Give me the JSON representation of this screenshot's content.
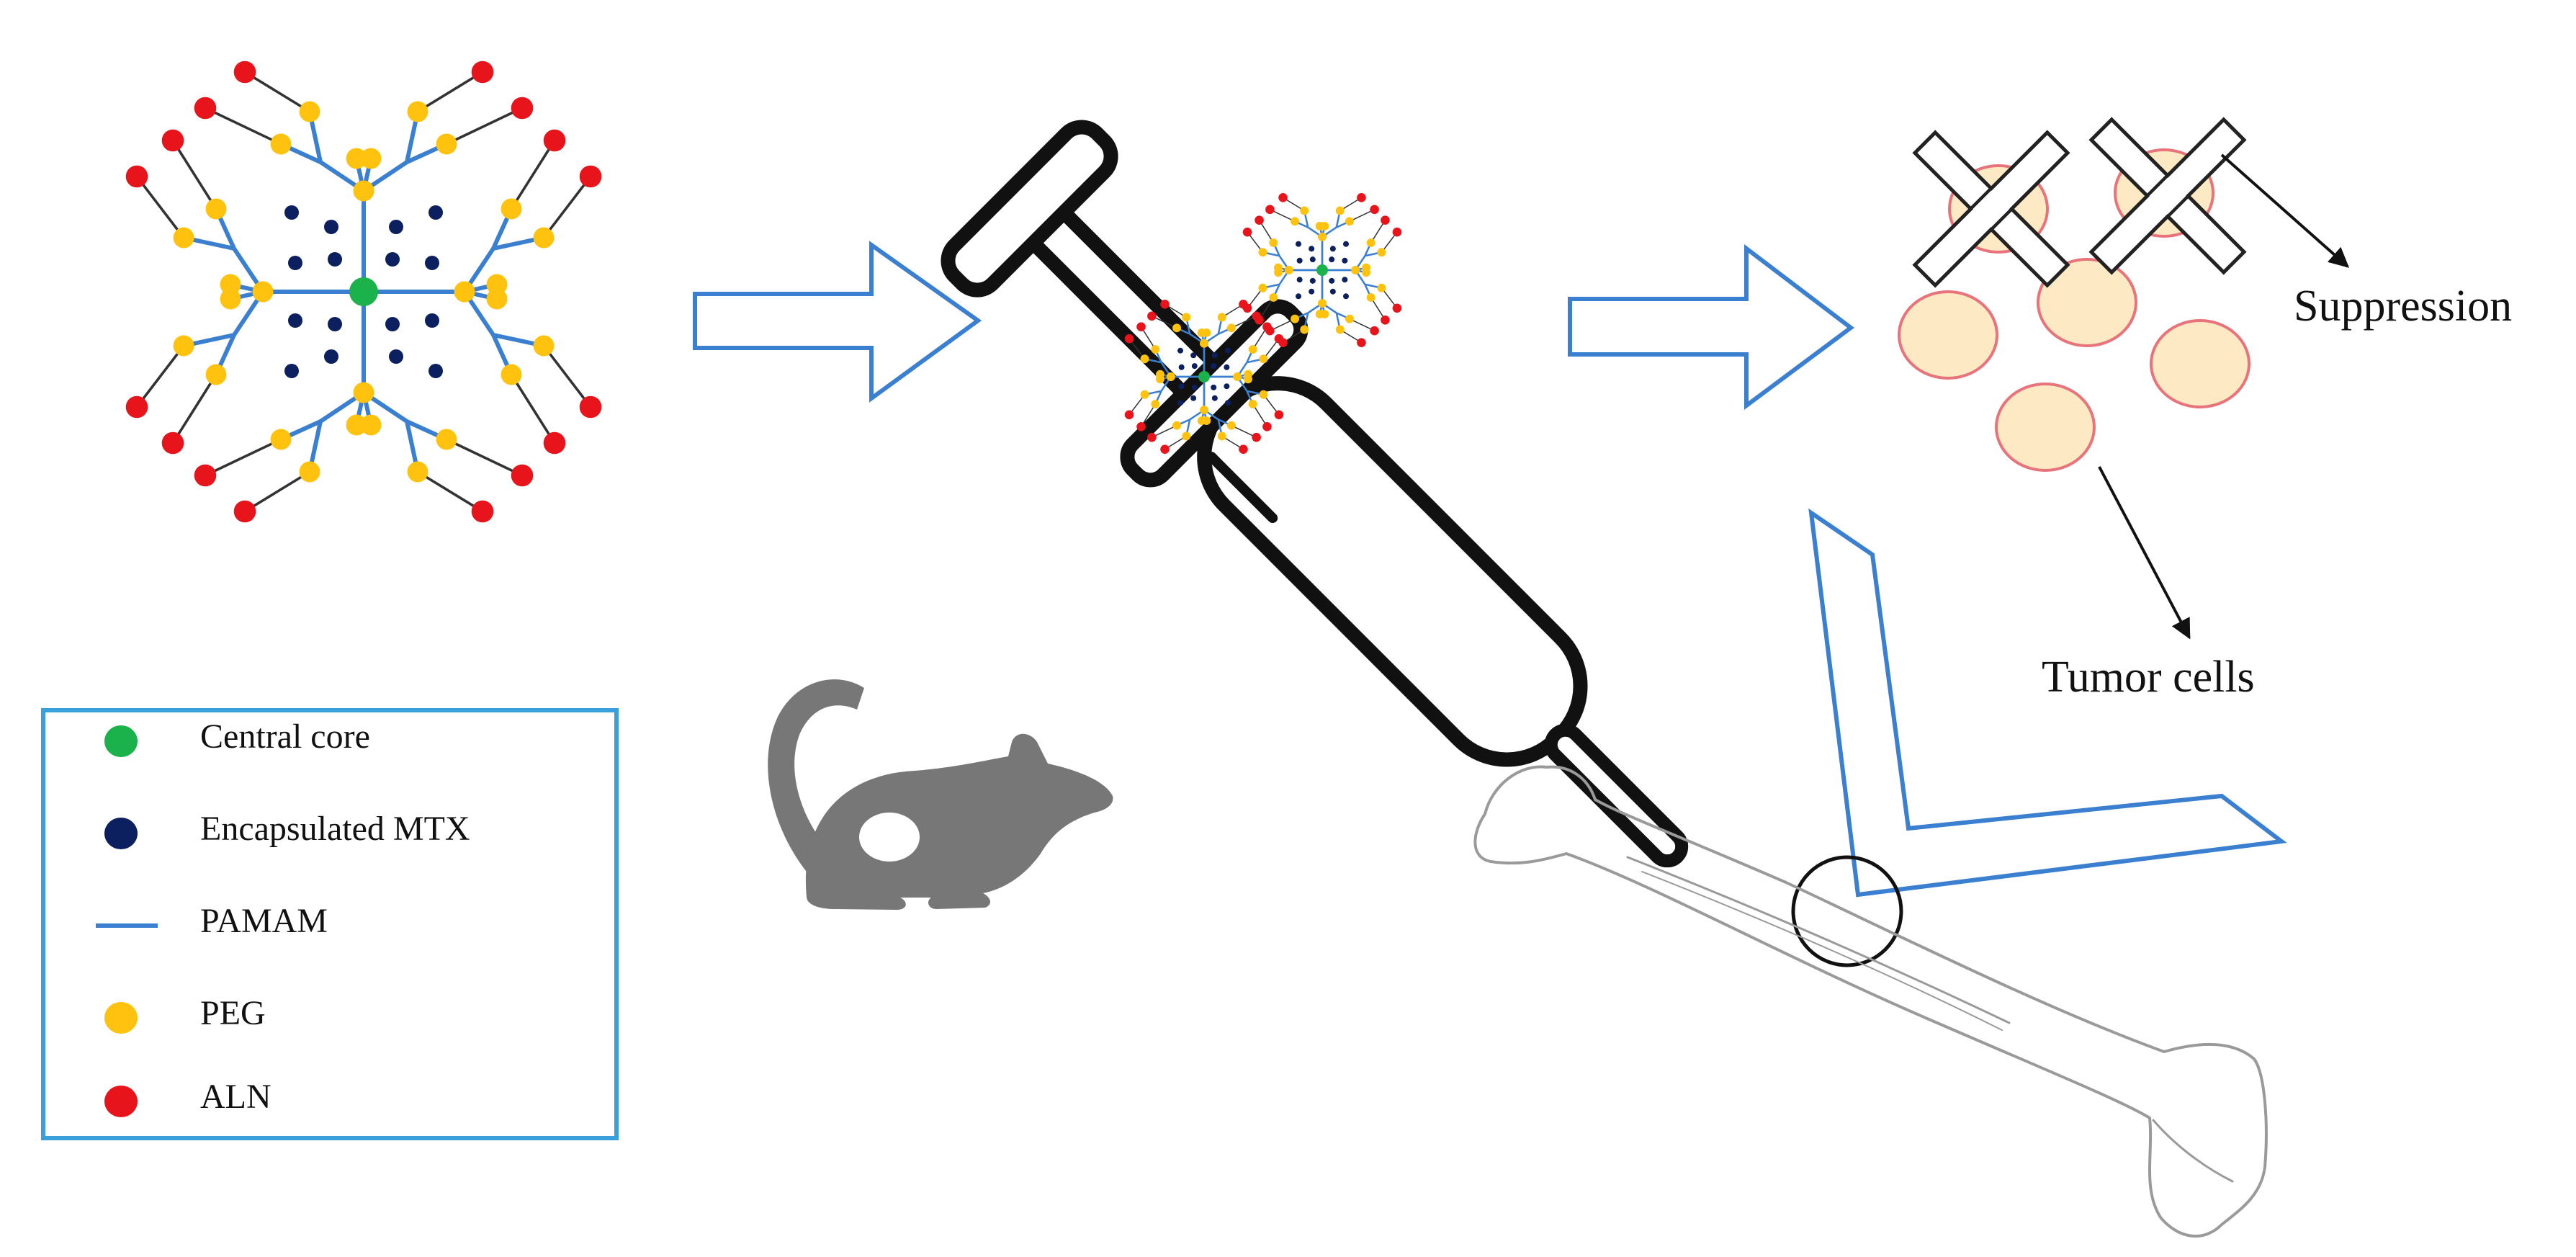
{
  "legend": {
    "items": [
      {
        "label": "Central core",
        "color": "#1bb24b",
        "symbol": "circle"
      },
      {
        "label": "Encapsulated MTX",
        "color": "#0c1f5e",
        "symbol": "circle"
      },
      {
        "label": "PAMAM",
        "color": "#3b7fd0",
        "symbol": "line"
      },
      {
        "label": "PEG",
        "color": "#ffc20e",
        "symbol": "circle"
      },
      {
        "label": "ALN",
        "color": "#e8141c",
        "symbol": "circle"
      }
    ]
  },
  "labels": {
    "suppression": "Suppression",
    "tumor_cells": "Tumor cells"
  },
  "colors": {
    "arrow_outline": "#3b7fd0",
    "cell_fill": "#fdeac4",
    "cell_border": "#e8737a",
    "syringe": "#111111",
    "mouse": "#777777",
    "bone": "#9a9a9a"
  }
}
